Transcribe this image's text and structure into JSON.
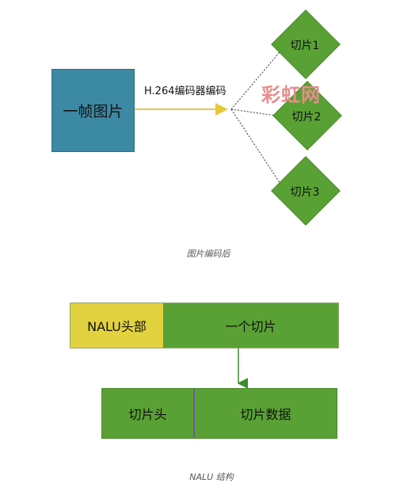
{
  "top_diagram": {
    "frame_label": "一帧图片",
    "encoder_label": "H.264编码器编码",
    "slices": [
      "切片1",
      "切片2",
      "切片3"
    ],
    "caption": "图片编码后",
    "watermark": "彩虹网"
  },
  "bottom_diagram": {
    "nalu_header": "NALU头部",
    "slice": "一个切片",
    "slice_header": "切片头",
    "slice_data": "切片数据",
    "caption": "NALU 结构"
  },
  "colors": {
    "frame": "#3c89a3",
    "slice_green": "#5aa135",
    "header_yellow": "#e3d23f",
    "arrow_yellow": "#e8c93a",
    "arrow_green": "#3c8a2e"
  }
}
